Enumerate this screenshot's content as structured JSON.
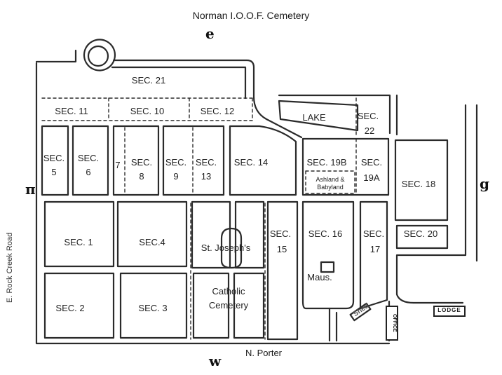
{
  "title": "Norman I.O.O.F. Cemetery",
  "compass": {
    "north": "e",
    "south": "w",
    "west": "π",
    "east": "g"
  },
  "roads": {
    "west": "E. Rock Creek Road",
    "south": "N. Porter"
  },
  "sections": {
    "s21": "SEC. 21",
    "s11": "SEC. 11",
    "s10": "SEC. 10",
    "s12": "SEC. 12",
    "s5a": "SEC.",
    "s5b": "5",
    "s6a": "SEC.",
    "s6b": "6",
    "s7": "7",
    "s8a": "SEC.",
    "s8b": "8",
    "s9a": "SEC.",
    "s9b": "9",
    "s13a": "SEC.",
    "s13b": "13",
    "s14": "SEC. 14",
    "s19b": "SEC. 19B",
    "s19a_a": "SEC.",
    "s19a_b": "19A",
    "s22a": "SEC.",
    "s22b": "22",
    "s18": "SEC. 18",
    "s1": "SEC. 1",
    "s4": "SEC.4",
    "s2": "SEC. 2",
    "s3": "SEC. 3",
    "s15a": "SEC.",
    "s15b": "15",
    "s16": "SEC. 16",
    "s17a": "SEC.",
    "s17b": "17",
    "s20": "SEC. 20"
  },
  "features": {
    "lake": "LAKE",
    "ashland1": "Ashland &",
    "ashland2": "Babyland",
    "stjoseph": "St. Joseph's",
    "catholic1": "Catholic",
    "catholic2": "Cemetery",
    "maus": "Maus.",
    "lodge": "LODGE",
    "office": "OFFICE",
    "shed": "Shed"
  }
}
